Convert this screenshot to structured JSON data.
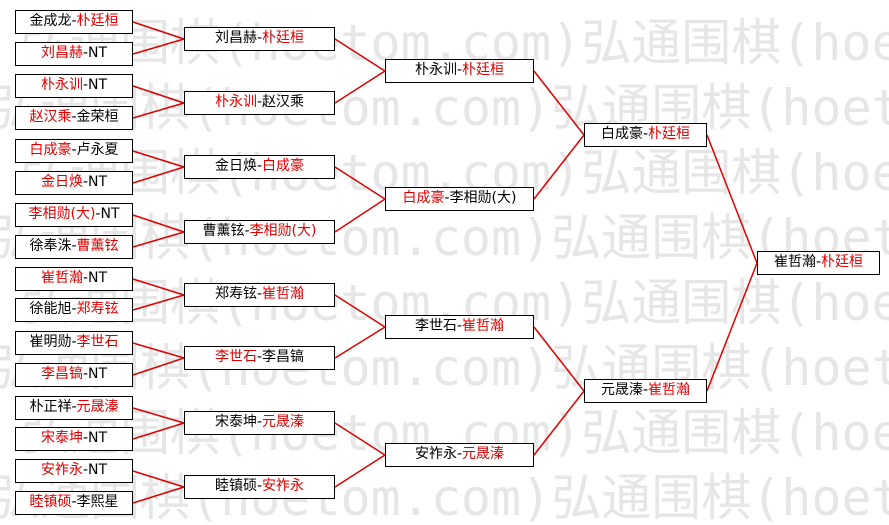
{
  "colors": {
    "line": "#e00000",
    "winner_text": "#e00000",
    "border": "#000000",
    "watermark": "#e6e6e6"
  },
  "watermark": "弘通围棋(hoetom.com)",
  "bracket": {
    "round1": [
      {
        "a": "金成龙",
        "b": "朴廷桓",
        "win": "b"
      },
      {
        "a": "刘昌赫",
        "b": "NT",
        "win": "a"
      },
      {
        "a": "朴永训",
        "b": "NT",
        "win": "a"
      },
      {
        "a": "赵汉乘",
        "b": "金荣桓",
        "win": "a"
      },
      {
        "a": "白成豪",
        "b": "卢永夏",
        "win": "a"
      },
      {
        "a": "金日焕",
        "b": "NT",
        "win": "a"
      },
      {
        "a": "李相勋(大)",
        "b": "NT",
        "win": "a"
      },
      {
        "a": "徐奉洙",
        "b": "曹薰铉",
        "win": "b"
      },
      {
        "a": "崔哲瀚",
        "b": "NT",
        "win": "a"
      },
      {
        "a": "徐能旭",
        "b": "郑寿铉",
        "win": "b"
      },
      {
        "a": "崔明勋",
        "b": "李世石",
        "win": "b"
      },
      {
        "a": "李昌镐",
        "b": "NT",
        "win": "a"
      },
      {
        "a": "朴正祥",
        "b": "元晟溱",
        "win": "b"
      },
      {
        "a": "宋泰坤",
        "b": "NT",
        "win": "a"
      },
      {
        "a": "安祚永",
        "b": "NT",
        "win": "a"
      },
      {
        "a": "睦镇硕",
        "b": "李熙星",
        "win": "a"
      }
    ],
    "round2": [
      {
        "a": "刘昌赫",
        "b": "朴廷桓",
        "win": "b"
      },
      {
        "a": "朴永训",
        "b": "赵汉乘",
        "win": "a"
      },
      {
        "a": "金日焕",
        "b": "白成豪",
        "win": "b"
      },
      {
        "a": "曹薰铉",
        "b": "李相勋(大)",
        "win": "b"
      },
      {
        "a": "郑寿铉",
        "b": "崔哲瀚",
        "win": "b"
      },
      {
        "a": "李世石",
        "b": "李昌镐",
        "win": "a"
      },
      {
        "a": "宋泰坤",
        "b": "元晟溱",
        "win": "b"
      },
      {
        "a": "睦镇硕",
        "b": "安祚永",
        "win": "b"
      }
    ],
    "round3": [
      {
        "a": "朴永训",
        "b": "朴廷桓",
        "win": "b"
      },
      {
        "a": "白成豪",
        "b": "李相勋(大)",
        "win": "a"
      },
      {
        "a": "李世石",
        "b": "崔哲瀚",
        "win": "b"
      },
      {
        "a": "安祚永",
        "b": "元晟溱",
        "win": "b"
      }
    ],
    "round4": [
      {
        "a": "白成豪",
        "b": "朴廷桓",
        "win": "b"
      },
      {
        "a": "元晟溱",
        "b": "崔哲瀚",
        "win": "b"
      }
    ],
    "round5": [
      {
        "a": "崔哲瀚",
        "b": "朴廷桓",
        "win": "b"
      }
    ]
  }
}
